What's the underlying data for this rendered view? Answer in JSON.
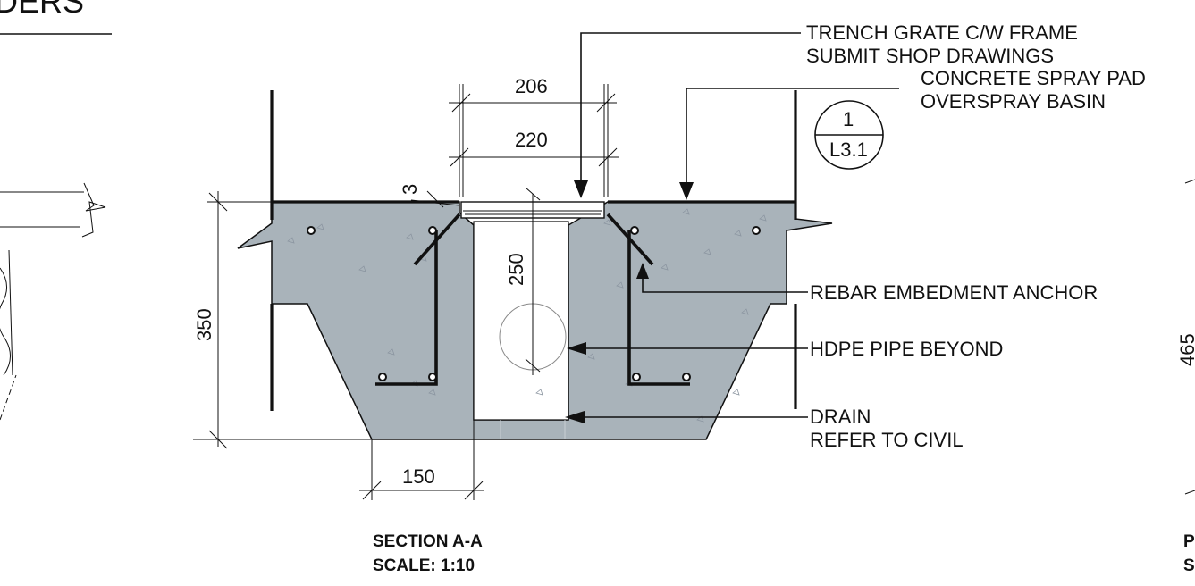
{
  "drawing": {
    "partial_title_top_left": "DERS",
    "callouts": {
      "trench_grate_line1": "TRENCH GRATE C/W FRAME",
      "trench_grate_line2": "SUBMIT SHOP DRAWINGS",
      "spray_pad_line1": "CONCRETE SPRAY PAD",
      "spray_pad_line2": "OVERSPRAY BASIN",
      "rebar_anchor": "REBAR EMBEDMENT ANCHOR",
      "hdpe_pipe": "HDPE PIPE BEYOND",
      "drain_line1": "DRAIN",
      "drain_line2": "REFER TO CIVIL"
    },
    "detail_reference": {
      "number": "1",
      "sheet": "L3.1"
    },
    "dimensions": {
      "width_inner": "206",
      "width_outer": "220",
      "gap": "3",
      "depth_channel": "250",
      "depth_total": "350",
      "footing_offset": "150",
      "partial_right": "465"
    },
    "section_title": {
      "line1": "SECTION A-A",
      "line2": "SCALE: 1:10"
    },
    "partial_right_title": {
      "line1": "P",
      "line2": "S"
    },
    "colors": {
      "concrete": "#a9b3ba",
      "linework": "#111111",
      "background": "#ffffff"
    }
  }
}
